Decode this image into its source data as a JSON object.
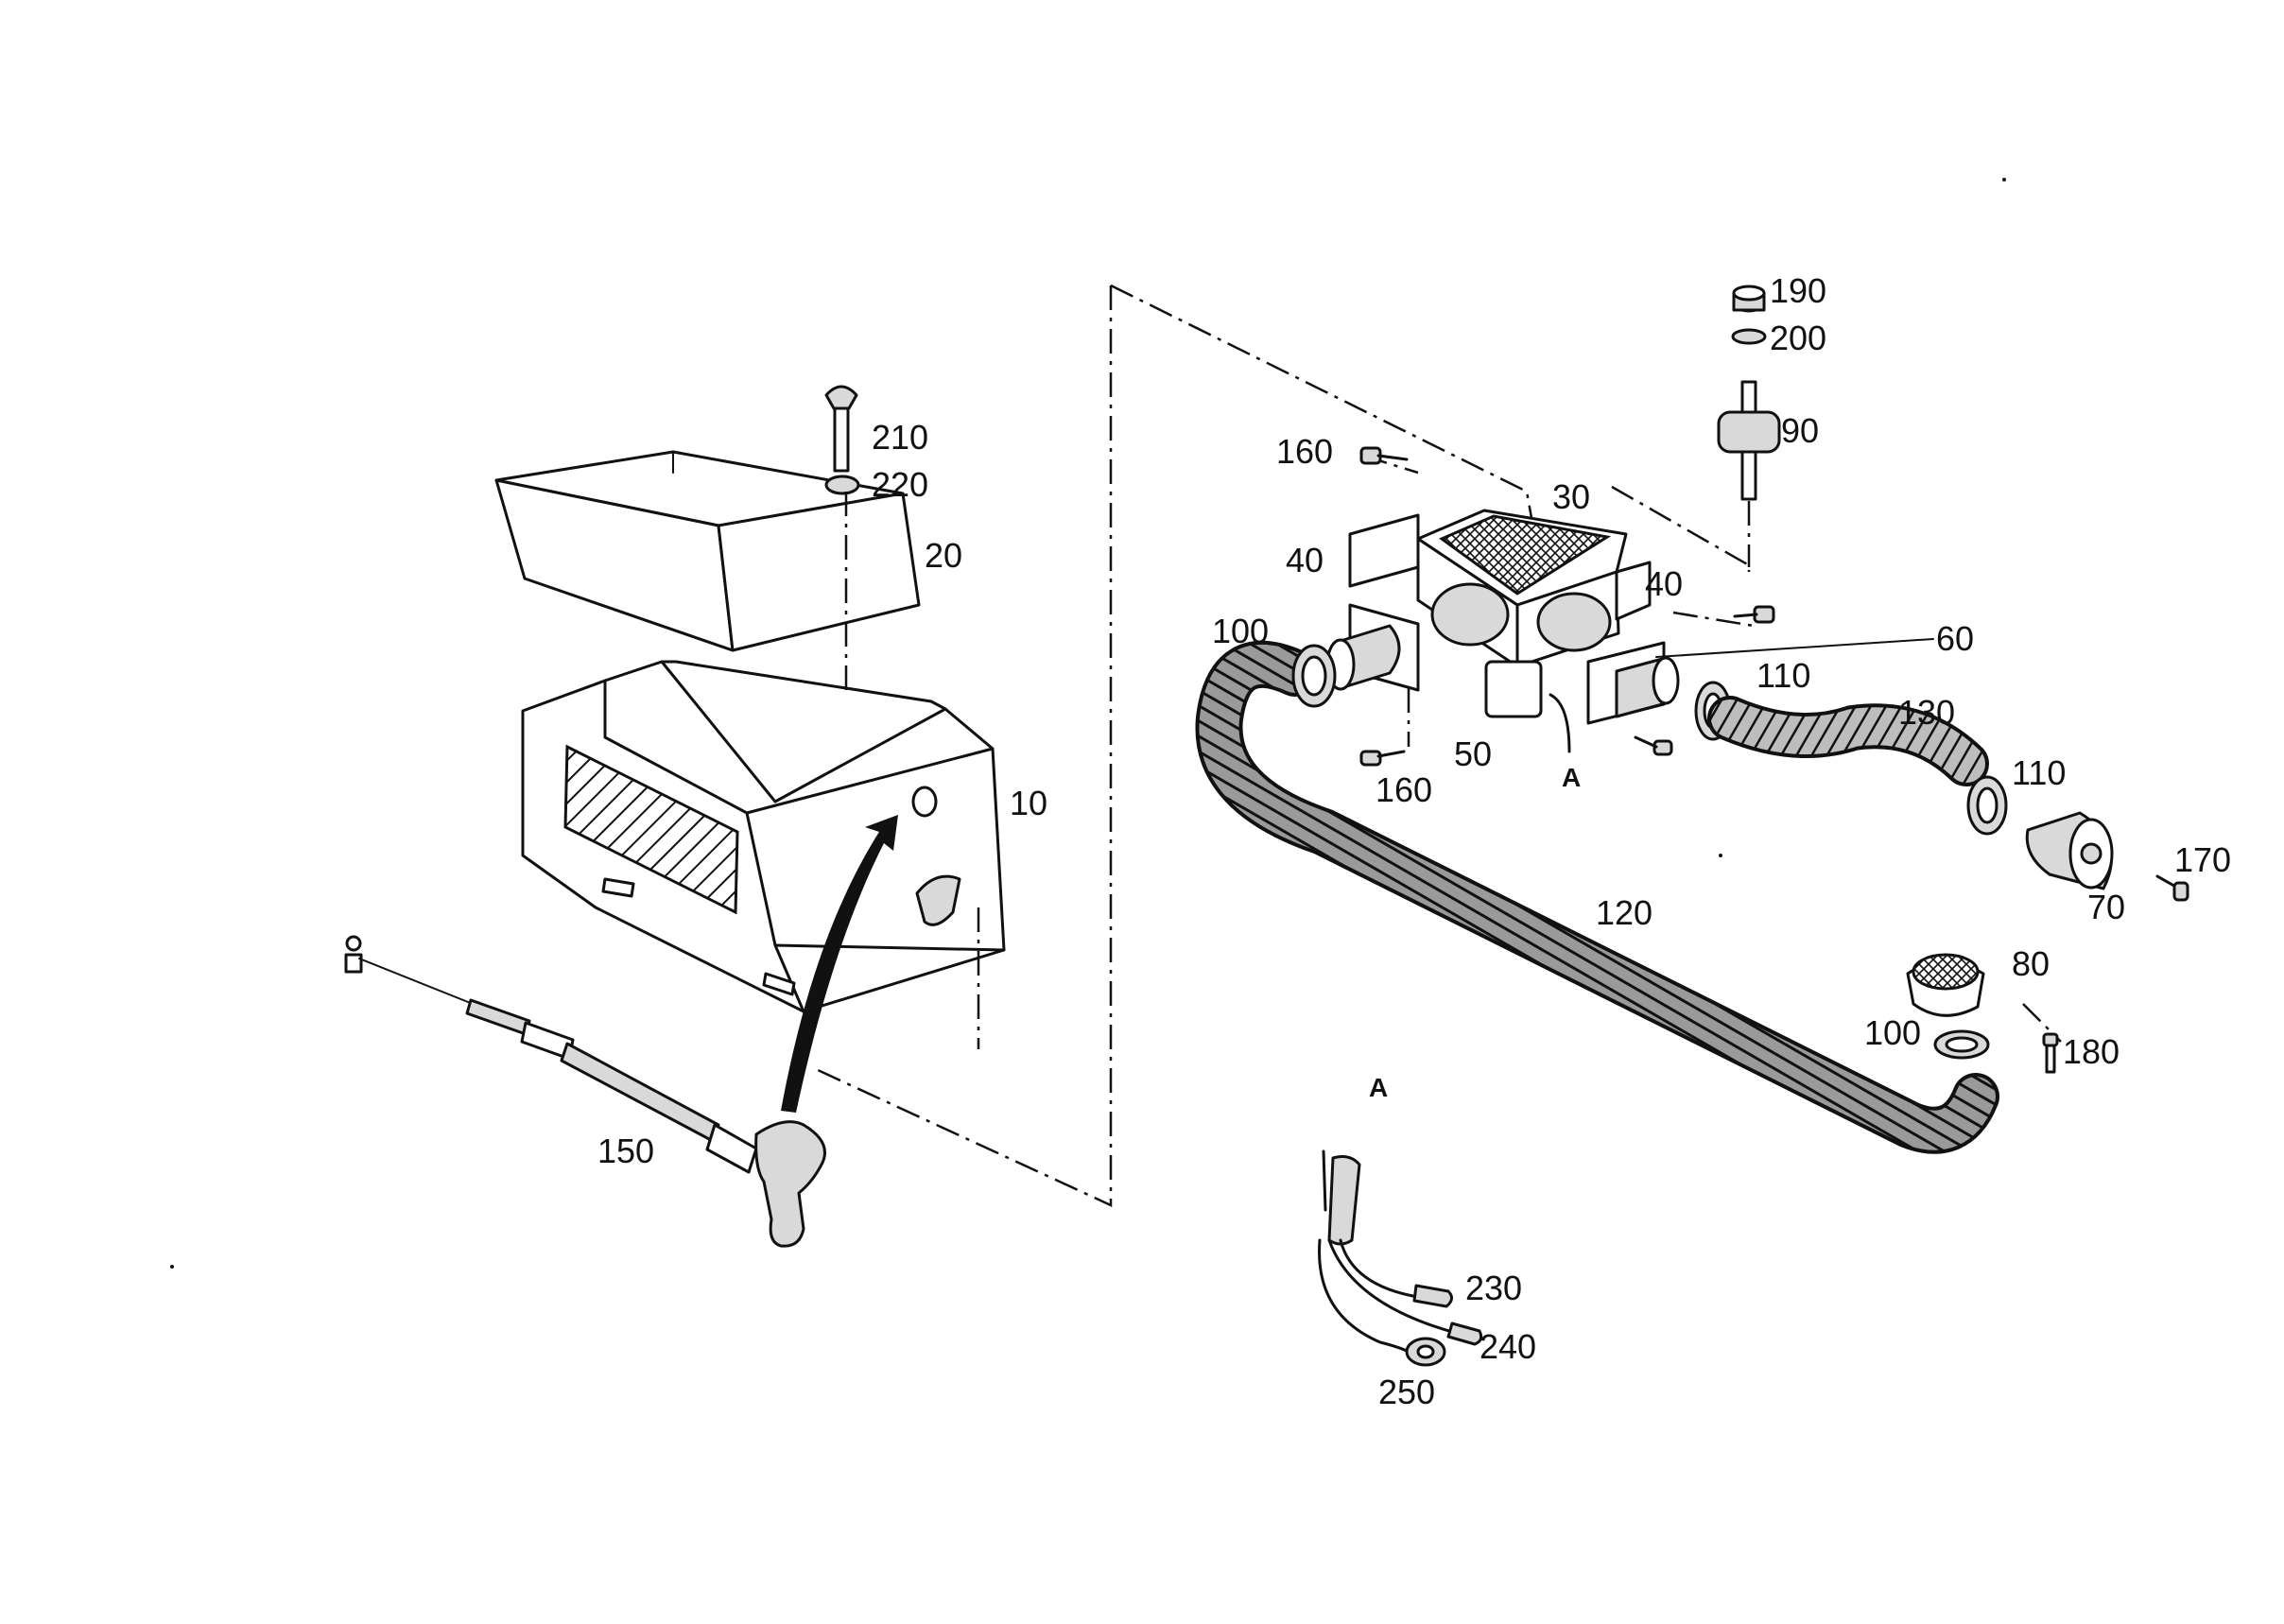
{
  "labels": {
    "p10": "10",
    "p20": "20",
    "p30": "30",
    "p40a": "40",
    "p40b": "40",
    "p50": "50",
    "p60": "60",
    "p70": "70",
    "p80": "80",
    "p90": "90",
    "p100a": "100",
    "p100b": "100",
    "p110a": "110",
    "p110b": "110",
    "p120": "120",
    "p130": "130",
    "p150": "150",
    "p160a": "160",
    "p160b": "160",
    "p170": "170",
    "p180": "180",
    "p190": "190",
    "p200": "200",
    "p210": "210",
    "p220": "220",
    "p230": "230",
    "p240": "240",
    "p250": "250",
    "viewA1": "A",
    "viewA2": "A"
  }
}
